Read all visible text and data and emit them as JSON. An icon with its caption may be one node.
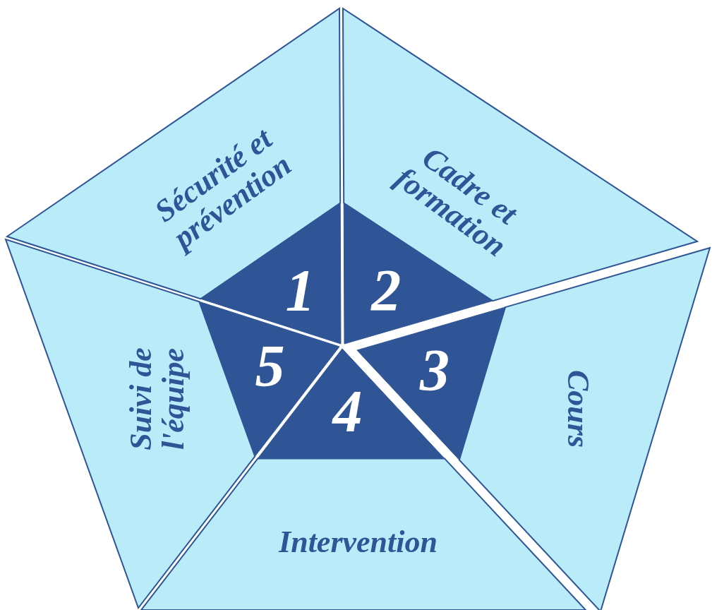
{
  "diagram": {
    "nodes": [
      {
        "text": [
          "1",
          "Sécurité et prévention"
        ]
      },
      {
        "text": [
          "2",
          "Cadre et formation"
        ]
      },
      {
        "text": [
          "3",
          "Cours"
        ]
      },
      {
        "text": [
          "4",
          "Intervention"
        ]
      },
      {
        "text": [
          "5",
          "Suivi de l'équipe"
        ]
      }
    ]
  }
}
